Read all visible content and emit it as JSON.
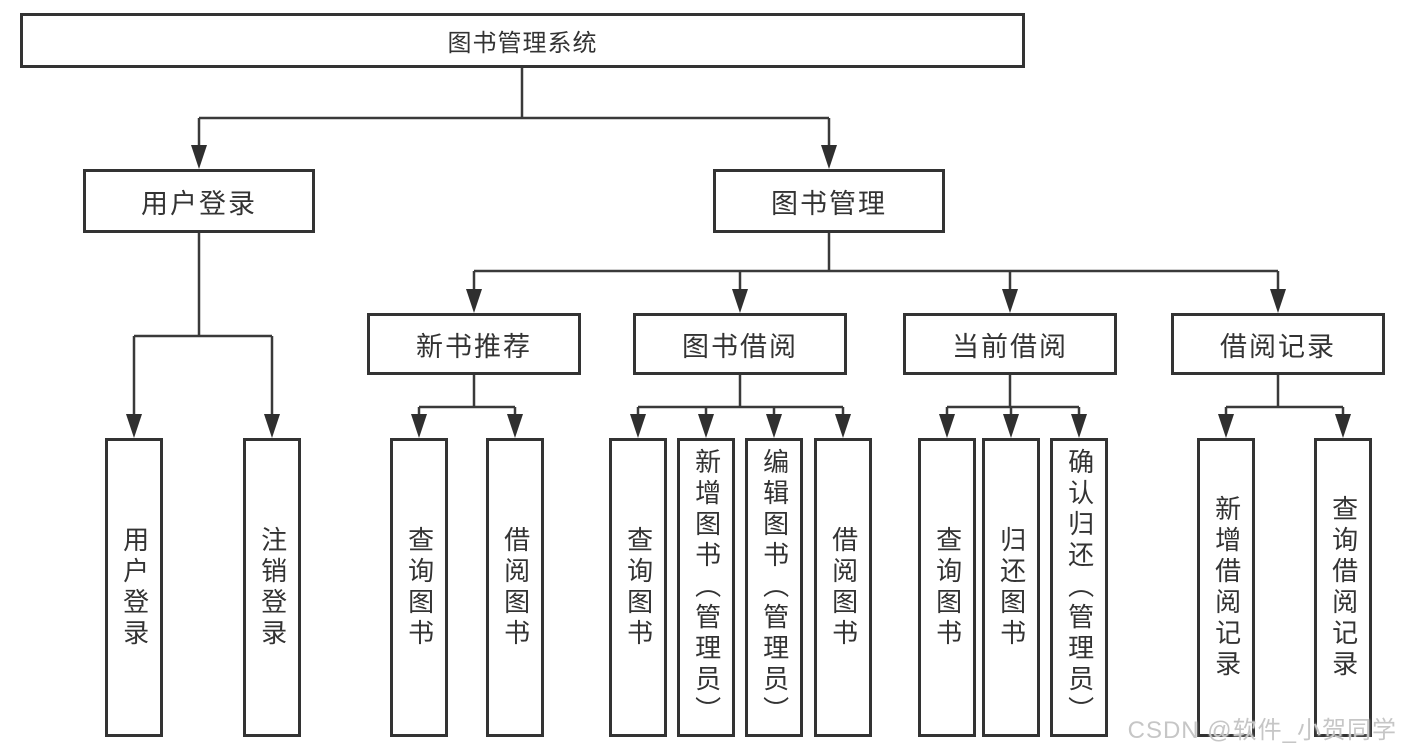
{
  "tree": {
    "root": "图书管理系统",
    "user": {
      "label": "用户登录",
      "children": {
        "login": "用户登录",
        "logout": "注销登录"
      }
    },
    "book": {
      "label": "图书管理",
      "groups": {
        "recommend": {
          "label": "新书推荐",
          "children": {
            "query": "查询图书",
            "borrow": "借阅图书"
          }
        },
        "borrowing": {
          "label": "图书借阅",
          "children": {
            "query": "查询图书",
            "add": "新增图书（管理员）",
            "edit": "编辑图书（管理员）",
            "borrow": "借阅图书"
          }
        },
        "current": {
          "label": "当前借阅",
          "children": {
            "query": "查询图书",
            "return": "归还图书",
            "confirm": "确认归还（管理员）"
          }
        },
        "records": {
          "label": "借阅记录",
          "children": {
            "add": "新增借阅记录",
            "query": "查询借阅记录"
          }
        }
      }
    }
  },
  "watermark": "CSDN @软件_小贺同学",
  "colors": {
    "line": "#3a3a3a",
    "border": "#333333",
    "text": "#333333",
    "watermark": "#c6c6c6",
    "background": "#ffffff"
  }
}
